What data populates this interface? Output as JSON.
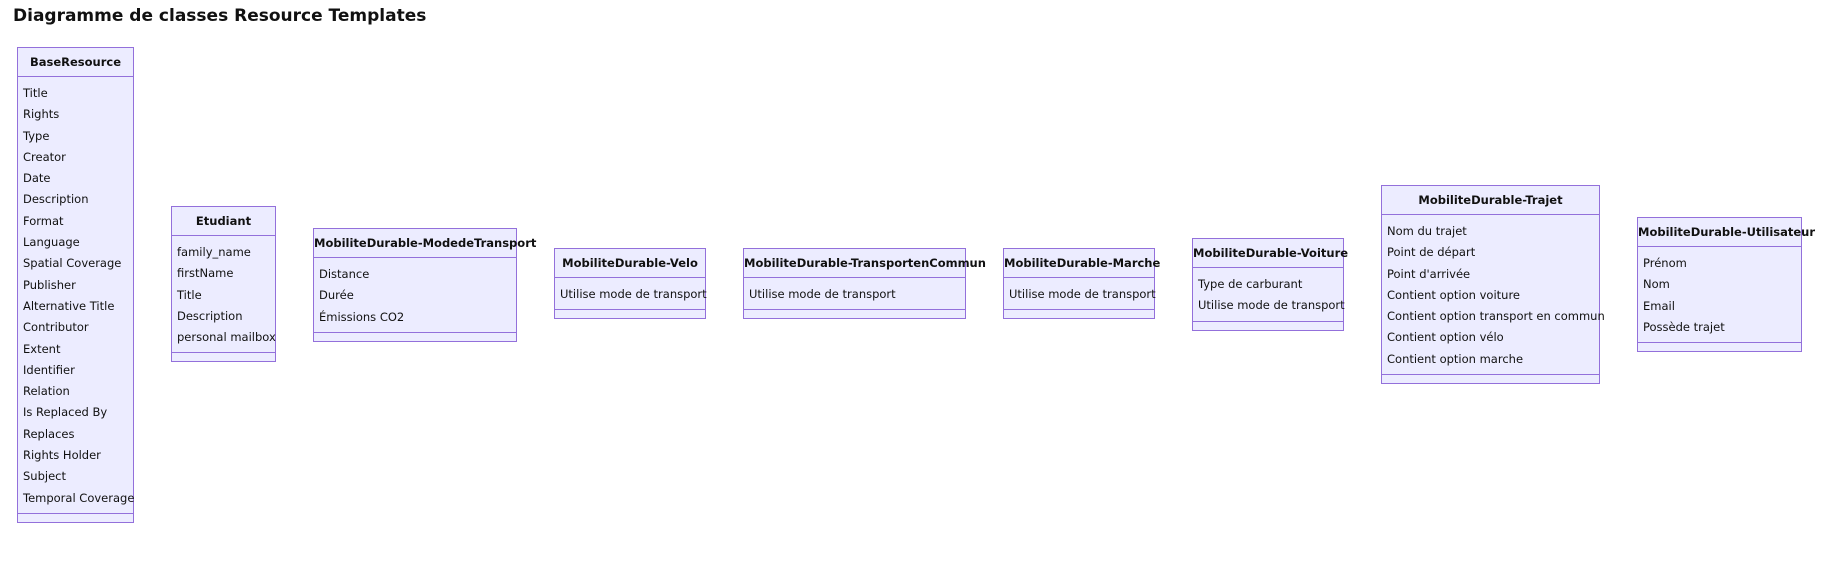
{
  "title": "Diagramme de classes Resource Templates",
  "colors": {
    "box_fill": "#ececff",
    "box_border": "#9370db"
  },
  "classes": {
    "base_resource": {
      "name": "BaseResource",
      "attributes": [
        "Title",
        "Rights",
        "Type",
        "Creator",
        "Date",
        "Description",
        "Format",
        "Language",
        "Spatial Coverage",
        "Publisher",
        "Alternative Title",
        "Contributor",
        "Extent",
        "Identifier",
        "Relation",
        "Is Replaced By",
        "Replaces",
        "Rights Holder",
        "Subject",
        "Temporal Coverage"
      ]
    },
    "etudiant": {
      "name": "Etudiant",
      "attributes": [
        "family_name",
        "firstName",
        "Title",
        "Description",
        "personal mailbox"
      ]
    },
    "mode_de_transport": {
      "name": "MobiliteDurable-ModedeTransport",
      "attributes": [
        "Distance",
        "Durée",
        "Émissions CO2"
      ]
    },
    "velo": {
      "name": "MobiliteDurable-Velo",
      "attributes": [
        "Utilise mode de transport"
      ]
    },
    "transport_en_commun": {
      "name": "MobiliteDurable-TransportenCommun",
      "attributes": [
        "Utilise mode de transport"
      ]
    },
    "marche": {
      "name": "MobiliteDurable-Marche",
      "attributes": [
        "Utilise mode de transport"
      ]
    },
    "voiture": {
      "name": "MobiliteDurable-Voiture",
      "attributes": [
        "Type de carburant",
        "Utilise mode de transport"
      ]
    },
    "trajet": {
      "name": "MobiliteDurable-Trajet",
      "attributes": [
        "Nom du trajet",
        "Point de départ",
        "Point d'arrivée",
        "Contient option voiture",
        "Contient option transport en commun",
        "Contient option vélo",
        "Contient option marche"
      ]
    },
    "utilisateur": {
      "name": "MobiliteDurable-Utilisateur",
      "attributes": [
        "Prénom",
        "Nom",
        "Email",
        "Possède trajet"
      ]
    }
  }
}
